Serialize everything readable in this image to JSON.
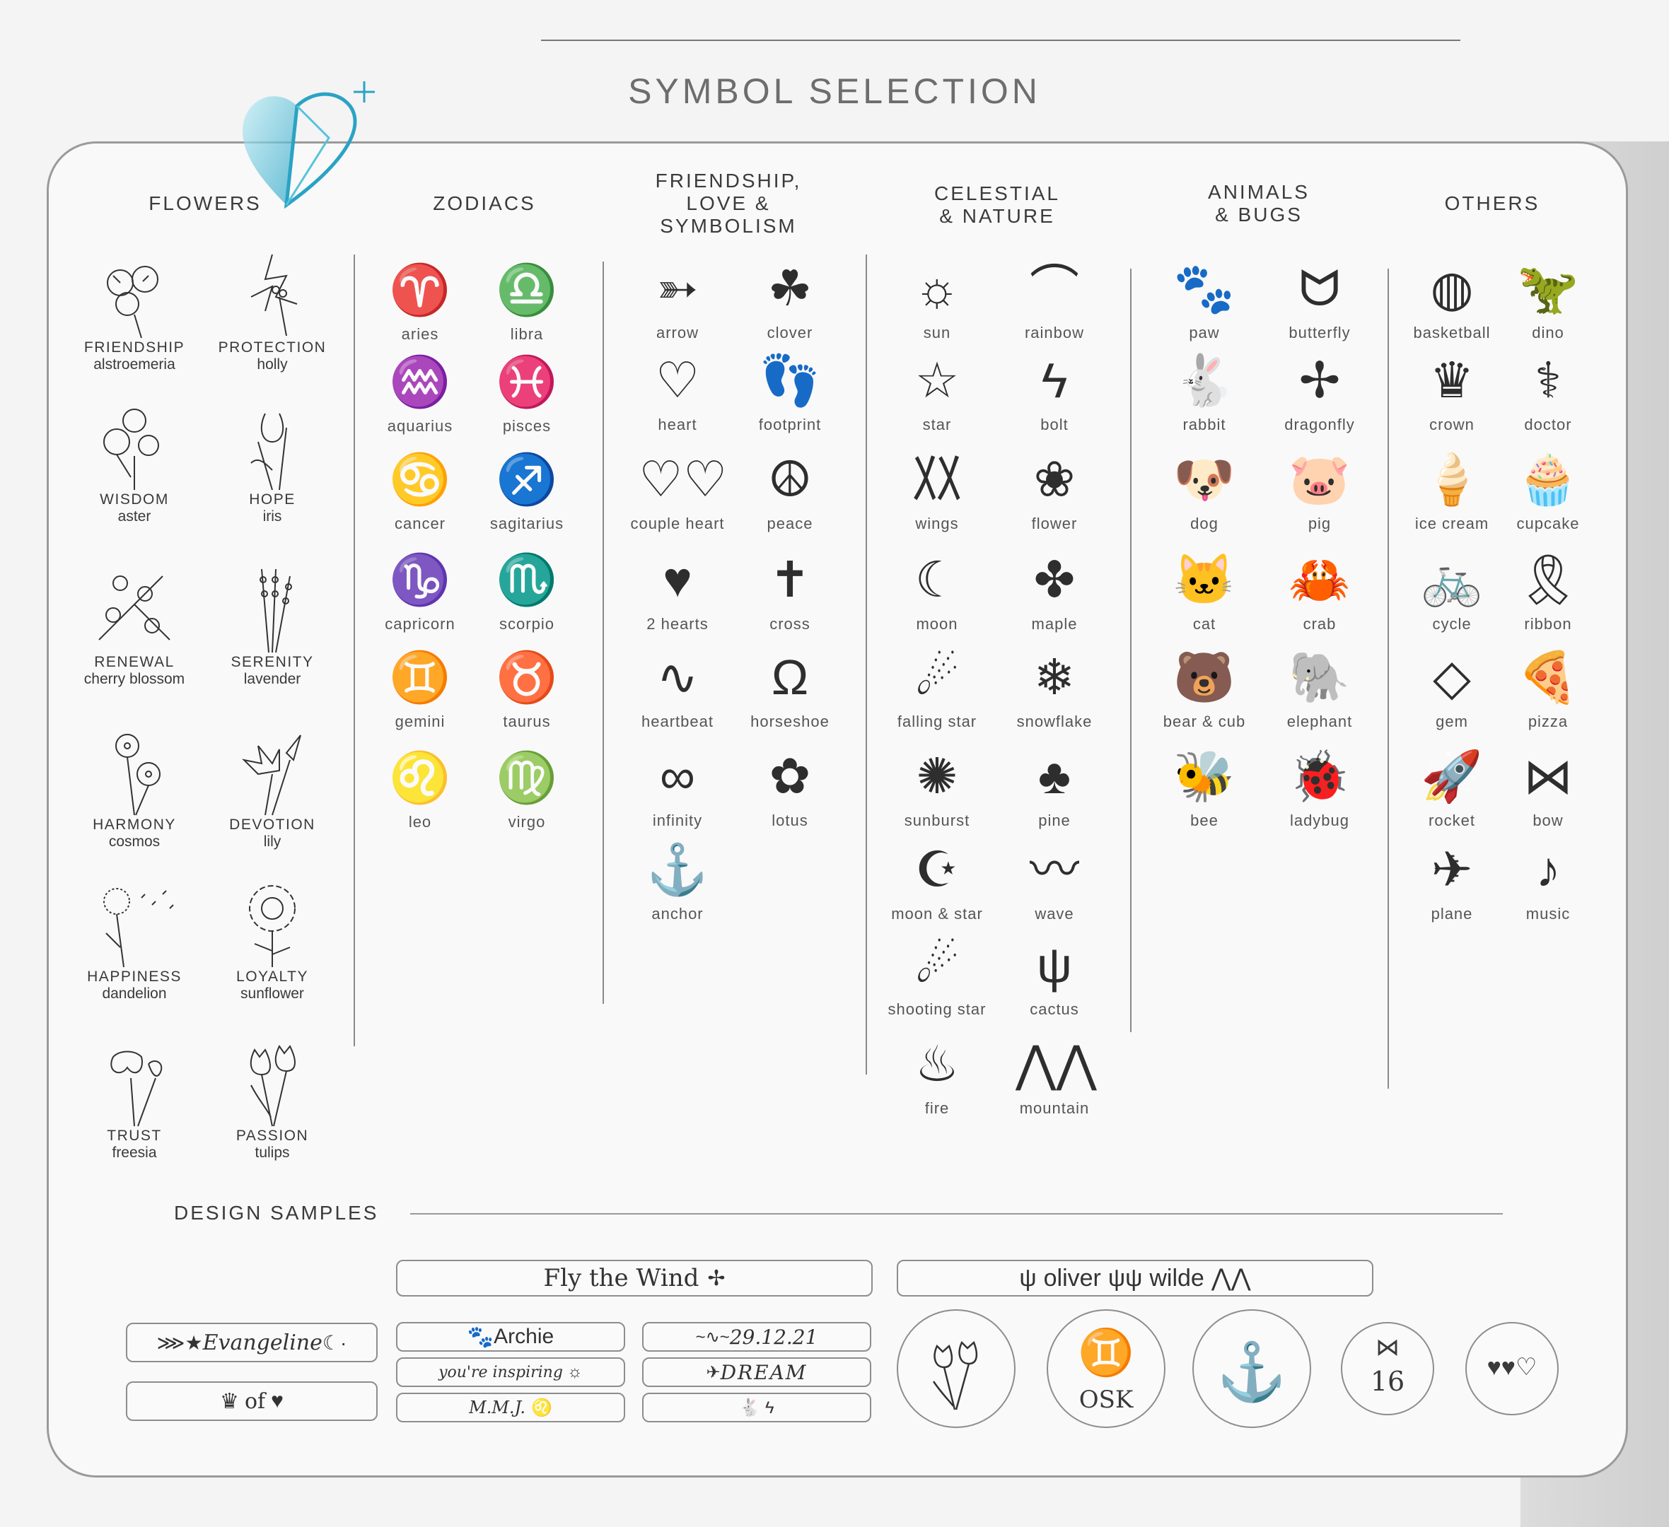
{
  "title": "SYMBOL SELECTION",
  "categories": {
    "flowers": "FLOWERS",
    "zodiacs": "ZODIACS",
    "friendship": [
      "FRIENDSHIP,",
      "LOVE &",
      "SYMBOLISM"
    ],
    "celestial": [
      "CELESTIAL",
      "& NATURE"
    ],
    "animals": [
      "ANIMALS",
      "& BUGS"
    ],
    "others": "OTHERS"
  },
  "flowers": [
    {
      "meaning": "FRIENDSHIP",
      "name": "alstroemeria"
    },
    {
      "meaning": "PROTECTION",
      "name": "holly"
    },
    {
      "meaning": "WISDOM",
      "name": "aster"
    },
    {
      "meaning": "HOPE",
      "name": "iris"
    },
    {
      "meaning": "RENEWAL",
      "name": "cherry blossom"
    },
    {
      "meaning": "SERENITY",
      "name": "lavender"
    },
    {
      "meaning": "HARMONY",
      "name": "cosmos"
    },
    {
      "meaning": "DEVOTION",
      "name": "lily"
    },
    {
      "meaning": "HAPPINESS",
      "name": "dandelion"
    },
    {
      "meaning": "LOYALTY",
      "name": "sunflower"
    },
    {
      "meaning": "TRUST",
      "name": "freesia"
    },
    {
      "meaning": "PASSION",
      "name": "tulips"
    }
  ],
  "zodiacs": [
    "aries",
    "libra",
    "aquarius",
    "pisces",
    "cancer",
    "sagitarius",
    "capricorn",
    "scorpio",
    "gemini",
    "taurus",
    "leo",
    "virgo"
  ],
  "friendship": [
    "arrow",
    "clover",
    "heart",
    "footprint",
    "couple heart",
    "peace",
    "2 hearts",
    "cross",
    "heartbeat",
    "horseshoe",
    "infinity",
    "lotus",
    "anchor"
  ],
  "celestial": [
    "sun",
    "rainbow",
    "star",
    "bolt",
    "wings",
    "flower",
    "moon",
    "maple",
    "falling star",
    "snowflake",
    "sunburst",
    "pine",
    "moon & star",
    "wave",
    "shooting star",
    "cactus",
    "fire",
    "mountain"
  ],
  "animals": [
    "paw",
    "butterfly",
    "rabbit",
    "dragonfly",
    "dog",
    "pig",
    "cat",
    "crab",
    "bear & cub",
    "elephant",
    "bee",
    "ladybug"
  ],
  "others": [
    "basketball",
    "dino",
    "crown",
    "doctor",
    "ice cream",
    "cupcake",
    "cycle",
    "ribbon",
    "gem",
    "pizza",
    "rocket",
    "bow",
    "plane",
    "music"
  ],
  "design_samples": {
    "heading": "DESIGN SAMPLES",
    "fly": "Fly the Wind",
    "oliver": "oliver",
    "wilde": "wilde",
    "evangeline": "Evangeline",
    "of": "of",
    "archie": "Archie",
    "inspiring": "you're inspiring",
    "mmj": "M.M.J.",
    "date": "29.12.21",
    "dream": "DREAM",
    "osk": "OSK",
    "num": "16"
  }
}
